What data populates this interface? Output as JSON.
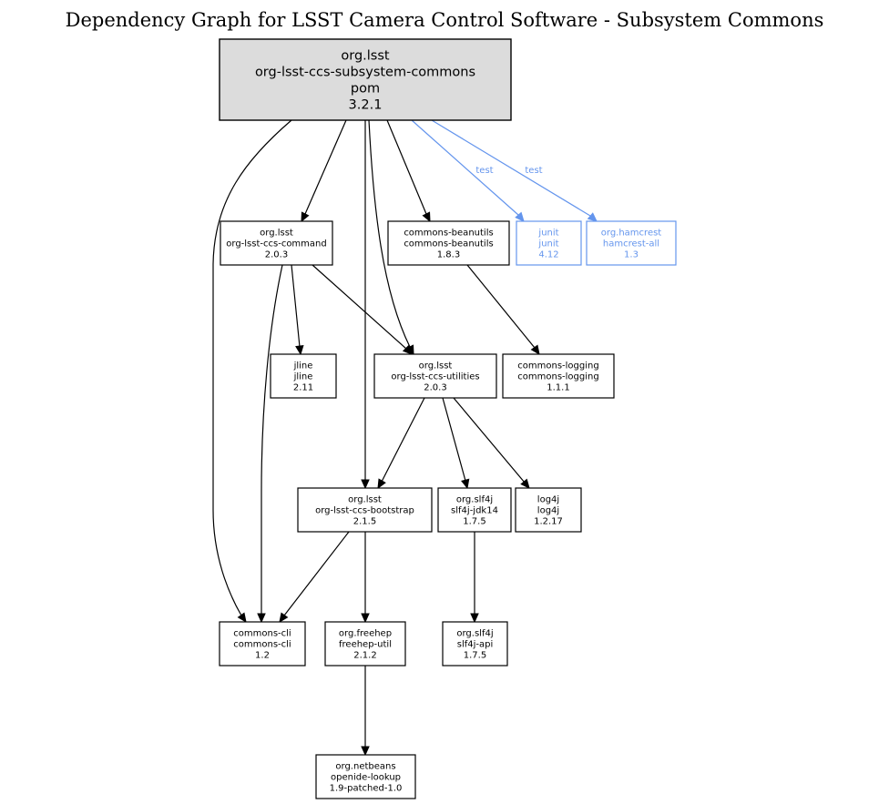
{
  "title": "Dependency Graph for LSST Camera Control Software - Subsystem Commons",
  "colors": {
    "root_fill": "#dcdcdc",
    "default_stroke": "#000000",
    "test_scope": "#6495ed"
  },
  "nodes": [
    {
      "id": "root",
      "lines": [
        "org.lsst",
        "org-lsst-ccs-subsystem-commons",
        "pom",
        "3.2.1"
      ],
      "kind": "root"
    },
    {
      "id": "command",
      "lines": [
        "org.lsst",
        "org-lsst-ccs-command",
        "2.0.3"
      ],
      "kind": "normal"
    },
    {
      "id": "beanutils",
      "lines": [
        "commons-beanutils",
        "commons-beanutils",
        "1.8.3"
      ],
      "kind": "normal"
    },
    {
      "id": "junit",
      "lines": [
        "junit",
        "junit",
        "4.12"
      ],
      "kind": "test"
    },
    {
      "id": "hamcrest",
      "lines": [
        "org.hamcrest",
        "hamcrest-all",
        "1.3"
      ],
      "kind": "test"
    },
    {
      "id": "jline",
      "lines": [
        "jline",
        "jline",
        "2.11"
      ],
      "kind": "normal"
    },
    {
      "id": "utilities",
      "lines": [
        "org.lsst",
        "org-lsst-ccs-utilities",
        "2.0.3"
      ],
      "kind": "normal"
    },
    {
      "id": "logging",
      "lines": [
        "commons-logging",
        "commons-logging",
        "1.1.1"
      ],
      "kind": "normal"
    },
    {
      "id": "bootstrap",
      "lines": [
        "org.lsst",
        "org-lsst-ccs-bootstrap",
        "2.1.5"
      ],
      "kind": "normal"
    },
    {
      "id": "slf4jjdk",
      "lines": [
        "org.slf4j",
        "slf4j-jdk14",
        "1.7.5"
      ],
      "kind": "normal"
    },
    {
      "id": "log4j",
      "lines": [
        "log4j",
        "log4j",
        "1.2.17"
      ],
      "kind": "normal"
    },
    {
      "id": "cli",
      "lines": [
        "commons-cli",
        "commons-cli",
        "1.2"
      ],
      "kind": "normal"
    },
    {
      "id": "freehep",
      "lines": [
        "org.freehep",
        "freehep-util",
        "2.1.2"
      ],
      "kind": "normal"
    },
    {
      "id": "slf4japi",
      "lines": [
        "org.slf4j",
        "slf4j-api",
        "1.7.5"
      ],
      "kind": "normal"
    },
    {
      "id": "netbeans",
      "lines": [
        "org.netbeans",
        "openide-lookup",
        "1.9-patched-1.0"
      ],
      "kind": "normal"
    }
  ],
  "edges": [
    {
      "from": "root",
      "to": "cli",
      "label": "",
      "scope": "compile"
    },
    {
      "from": "root",
      "to": "command",
      "label": "",
      "scope": "compile"
    },
    {
      "from": "root",
      "to": "bootstrap",
      "label": "",
      "scope": "compile"
    },
    {
      "from": "root",
      "to": "utilities",
      "label": "",
      "scope": "compile"
    },
    {
      "from": "root",
      "to": "beanutils",
      "label": "",
      "scope": "compile"
    },
    {
      "from": "root",
      "to": "junit",
      "label": "test",
      "scope": "test"
    },
    {
      "from": "root",
      "to": "hamcrest",
      "label": "test",
      "scope": "test"
    },
    {
      "from": "command",
      "to": "cli",
      "label": "",
      "scope": "compile"
    },
    {
      "from": "command",
      "to": "jline",
      "label": "",
      "scope": "compile"
    },
    {
      "from": "command",
      "to": "utilities",
      "label": "",
      "scope": "compile"
    },
    {
      "from": "beanutils",
      "to": "logging",
      "label": "",
      "scope": "compile"
    },
    {
      "from": "utilities",
      "to": "bootstrap",
      "label": "",
      "scope": "compile"
    },
    {
      "from": "utilities",
      "to": "slf4jjdk",
      "label": "",
      "scope": "compile"
    },
    {
      "from": "utilities",
      "to": "log4j",
      "label": "",
      "scope": "compile"
    },
    {
      "from": "bootstrap",
      "to": "cli",
      "label": "",
      "scope": "compile"
    },
    {
      "from": "bootstrap",
      "to": "freehep",
      "label": "",
      "scope": "compile"
    },
    {
      "from": "slf4jjdk",
      "to": "slf4japi",
      "label": "",
      "scope": "compile"
    },
    {
      "from": "freehep",
      "to": "netbeans",
      "label": "",
      "scope": "compile"
    }
  ]
}
